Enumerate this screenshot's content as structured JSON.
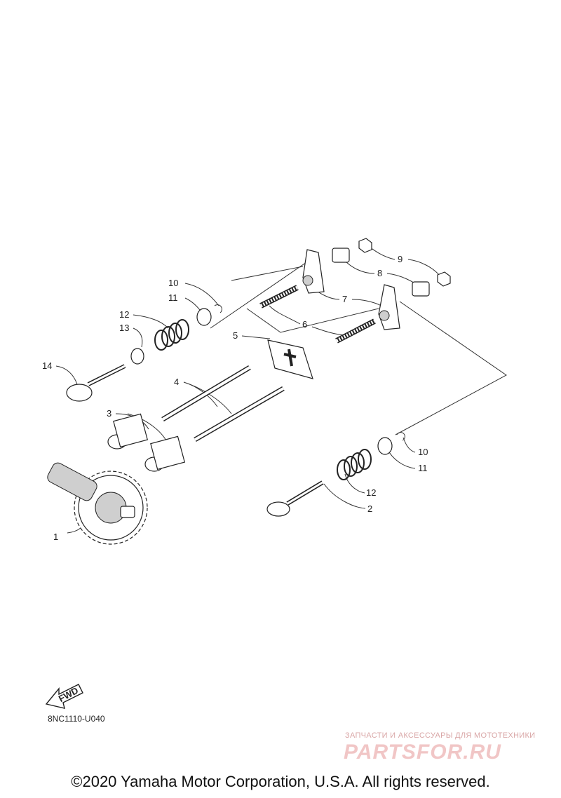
{
  "callouts": [
    {
      "id": "1",
      "label": "1"
    },
    {
      "id": "2",
      "label": "2"
    },
    {
      "id": "3",
      "label": "3"
    },
    {
      "id": "4",
      "label": "4"
    },
    {
      "id": "5",
      "label": "5"
    },
    {
      "id": "6",
      "label": "6"
    },
    {
      "id": "7",
      "label": "7"
    },
    {
      "id": "8",
      "label": "8"
    },
    {
      "id": "9",
      "label": "9"
    },
    {
      "id": "10a",
      "label": "10"
    },
    {
      "id": "11a",
      "label": "11"
    },
    {
      "id": "12a",
      "label": "12"
    },
    {
      "id": "13",
      "label": "13"
    },
    {
      "id": "14",
      "label": "14"
    },
    {
      "id": "10b",
      "label": "10"
    },
    {
      "id": "11b",
      "label": "11"
    },
    {
      "id": "12b",
      "label": "12"
    }
  ],
  "fwd_label": "FWD",
  "diagram_code": "8NC1110-U040",
  "watermark": {
    "tagline": "ЗАПЧАСТИ И АКСЕССУАРЫ ДЛЯ МОТОТЕХНИКИ",
    "logo": "PARTSFOR.RU"
  },
  "copyright": "©2020 Yamaha Motor Corporation, U.S.A. All rights reserved."
}
